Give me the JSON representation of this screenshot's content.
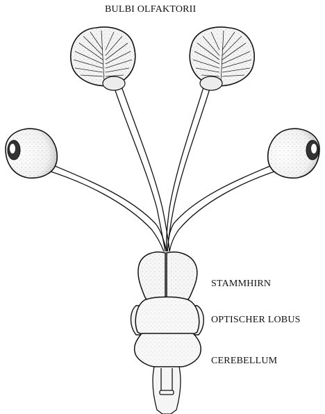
{
  "labels": {
    "bulbi_olfaktorii": "BULBI OLFAKTORII",
    "stammhirn": "STAMMHIRN",
    "optischer_lobus": "OPTISCHER LOBUS",
    "cerebellum": "CEREBELLUM"
  },
  "colors": {
    "ink": "#111111",
    "paper": "#ffffff"
  }
}
